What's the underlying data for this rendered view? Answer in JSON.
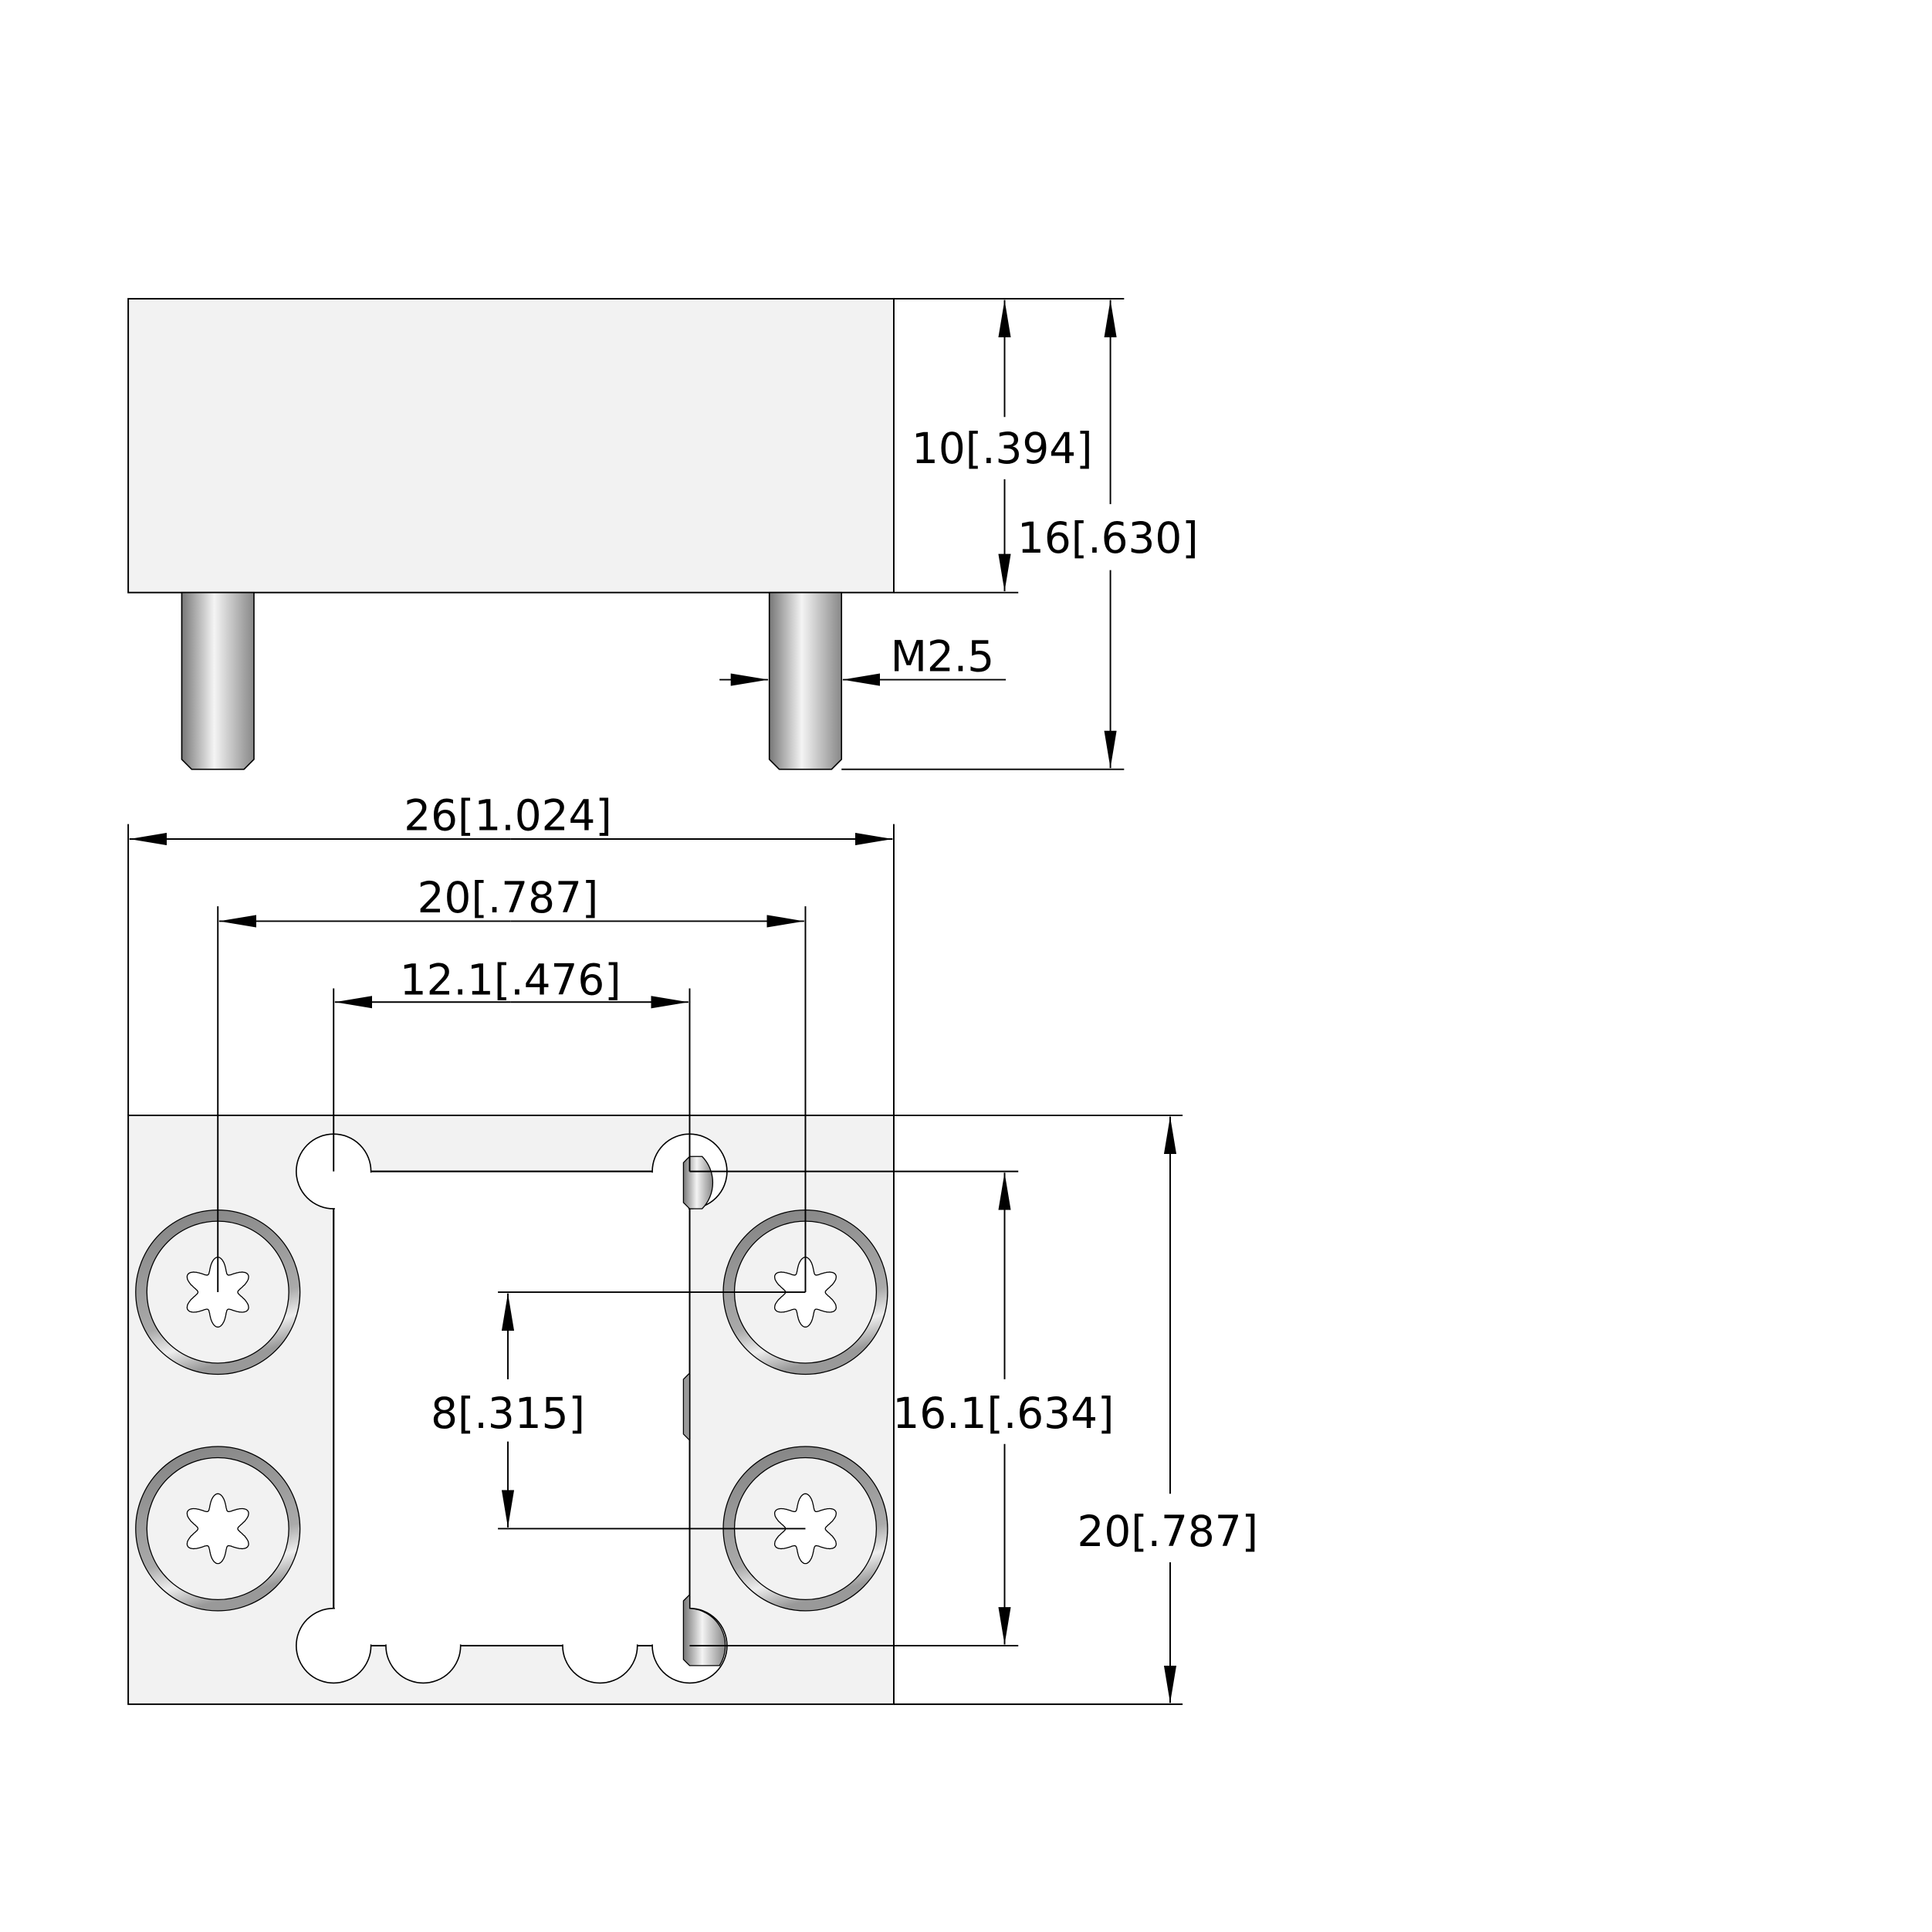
{
  "side_view": {
    "dim_body_height": "10[.394]",
    "dim_total_height": "16[.630]",
    "dim_pin_thread": "M2.5"
  },
  "bottom_view": {
    "dim_overall_width": "26[1.024]",
    "dim_screw_spacing_x": "20[.787]",
    "dim_pocket_width": "12.1[.476]",
    "dim_screw_spacing_y": "8[.315]",
    "dim_pocket_height": "16.1[.634]",
    "dim_overall_depth": "20[.787]"
  },
  "colors": {
    "body": "#f2f2f2",
    "line": "#000000",
    "ring": "#9a9a9a"
  }
}
